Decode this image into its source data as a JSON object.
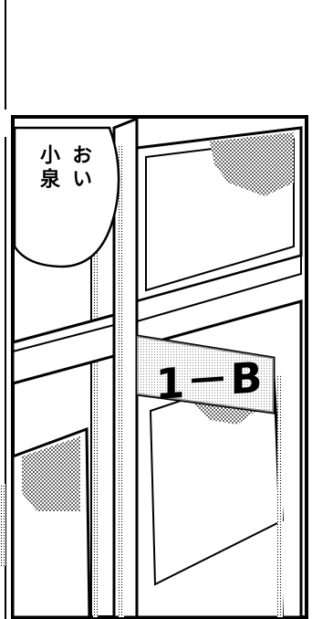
{
  "panel": {
    "speech_bubble": {
      "lines": [
        "お",
        "小",
        "い",
        "泉"
      ],
      "columns": [
        {
          "chars": "おい"
        },
        {
          "chars": "小泉"
        }
      ]
    },
    "door_sign": {
      "label": "1－B"
    }
  },
  "colors": {
    "ink": "#000000",
    "paper": "#ffffff",
    "screentone": "#8a8a8a"
  }
}
